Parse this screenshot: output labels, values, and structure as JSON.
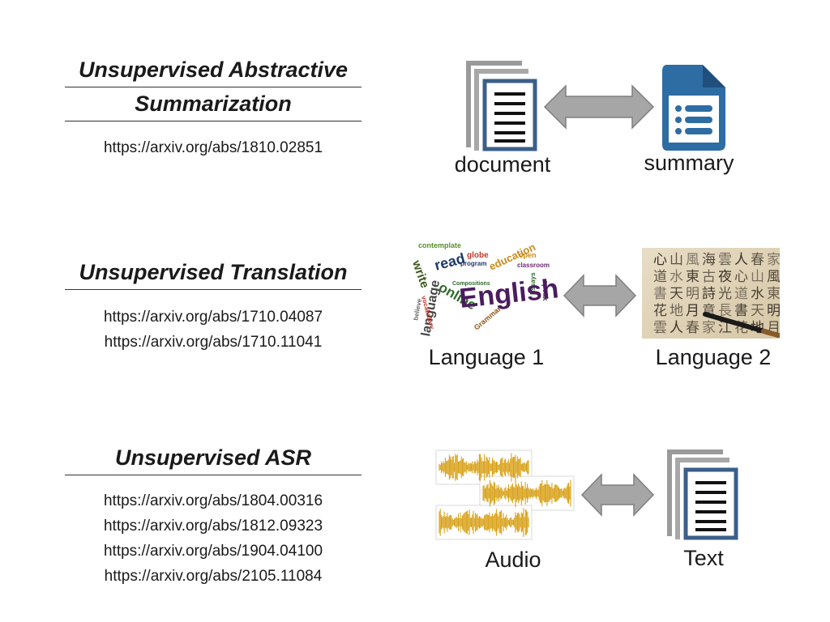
{
  "sections": [
    {
      "title_line1": "Unsupervised Abstractive",
      "title_line2": "Summarization",
      "links": [
        "https://arxiv.org/abs/1810.02851"
      ],
      "left_label": "document",
      "right_label": "summary"
    },
    {
      "title_line1": "Unsupervised Translation",
      "links": [
        "https://arxiv.org/abs/1710.04087",
        "https://arxiv.org/abs/1710.11041"
      ],
      "left_label": "Language 1",
      "right_label": "Language 2",
      "word_cloud": {
        "main_word": "English",
        "words": [
          "contemplate",
          "write",
          "read",
          "globe",
          "education",
          "online",
          "language",
          "believe",
          "vocabulary",
          "Grammar",
          "classroom",
          "speak",
          "open",
          "Essays",
          "Compositions",
          "program"
        ]
      },
      "calligraphy_chars": [
        "家",
        "風",
        "東",
        "明",
        "月",
        "春",
        "山",
        "水",
        "天",
        "地",
        "人",
        "心",
        "道",
        "書",
        "花",
        "雲",
        "夜",
        "光",
        "長",
        "江",
        "海",
        "古",
        "詩",
        "意"
      ]
    },
    {
      "title_line1": "Unsupervised ASR",
      "links": [
        "https://arxiv.org/abs/1804.00316",
        "https://arxiv.org/abs/1812.09323",
        "https://arxiv.org/abs/1904.04100",
        "https://arxiv.org/abs/2105.11084"
      ],
      "left_label": "Audio",
      "right_label": "Text"
    }
  ],
  "colors": {
    "doc_border": "#3b5f8a",
    "doc_back": "#9a9a9a",
    "summary_blue": "#2e6da4",
    "arrow_fill": "#a6a6a6",
    "wave_gold": "#d9a21b"
  }
}
